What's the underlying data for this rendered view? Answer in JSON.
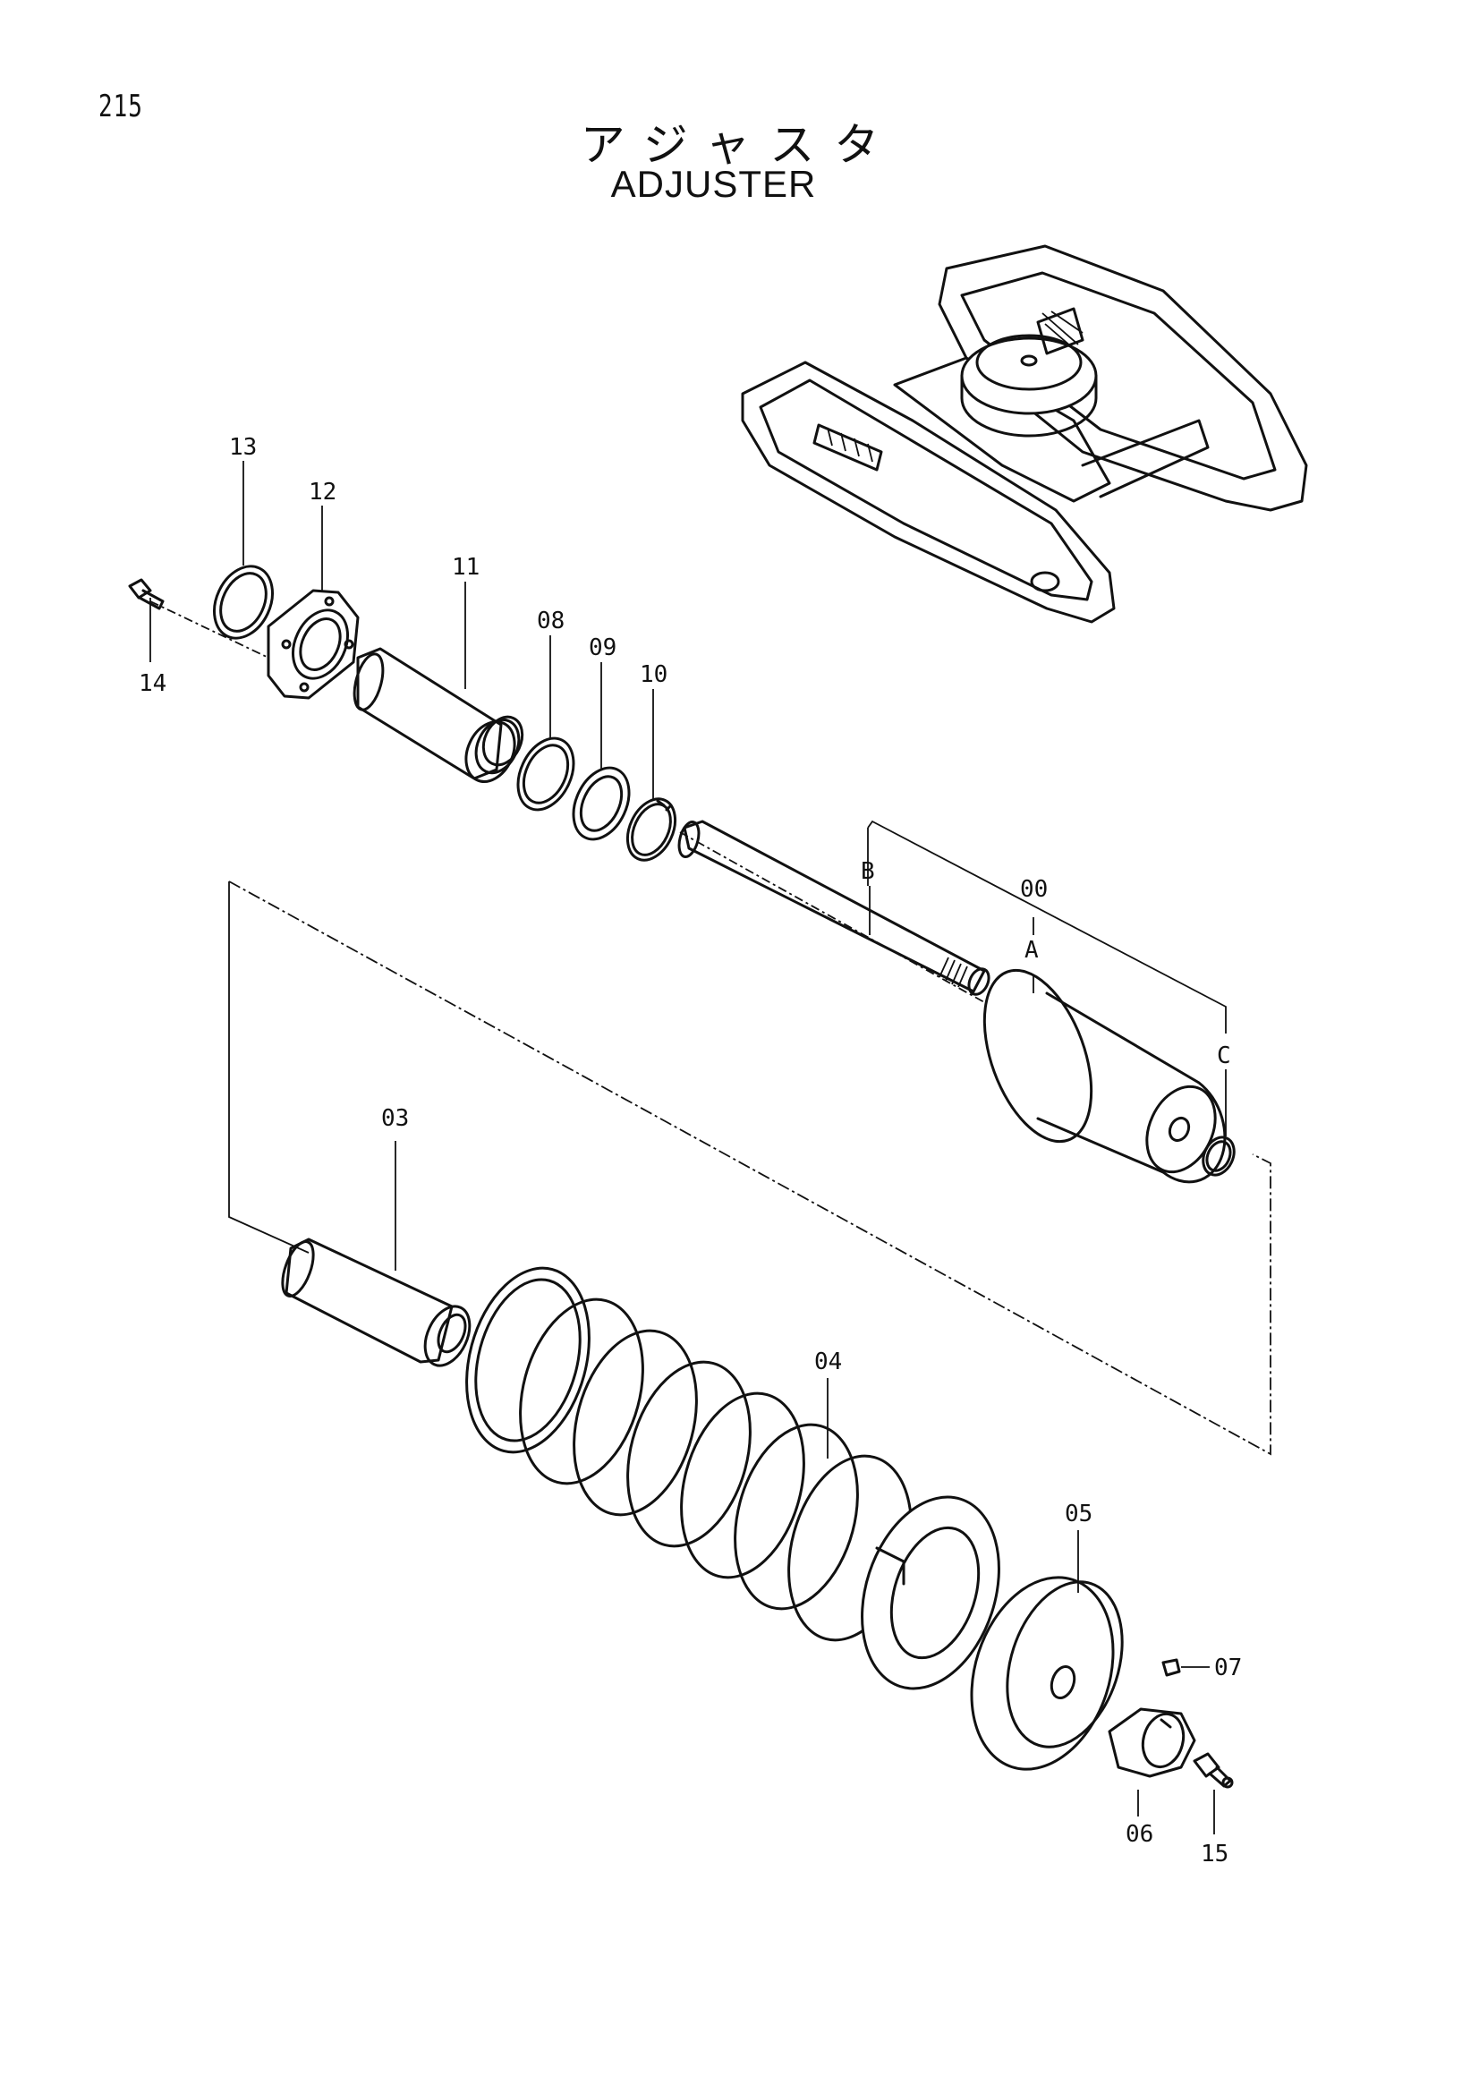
{
  "page_number": "215",
  "title_jp": "アジャスタ",
  "title_en": "ADJUSTER",
  "labels": {
    "p00": "00",
    "p03": "03",
    "p04": "04",
    "p05": "05",
    "p06": "06",
    "p07": "07",
    "p08": "08",
    "p09": "09",
    "p10": "10",
    "p11": "11",
    "p12": "12",
    "p13": "13",
    "p14": "14",
    "p15": "15",
    "a": "A",
    "b": "B",
    "c": "C"
  }
}
